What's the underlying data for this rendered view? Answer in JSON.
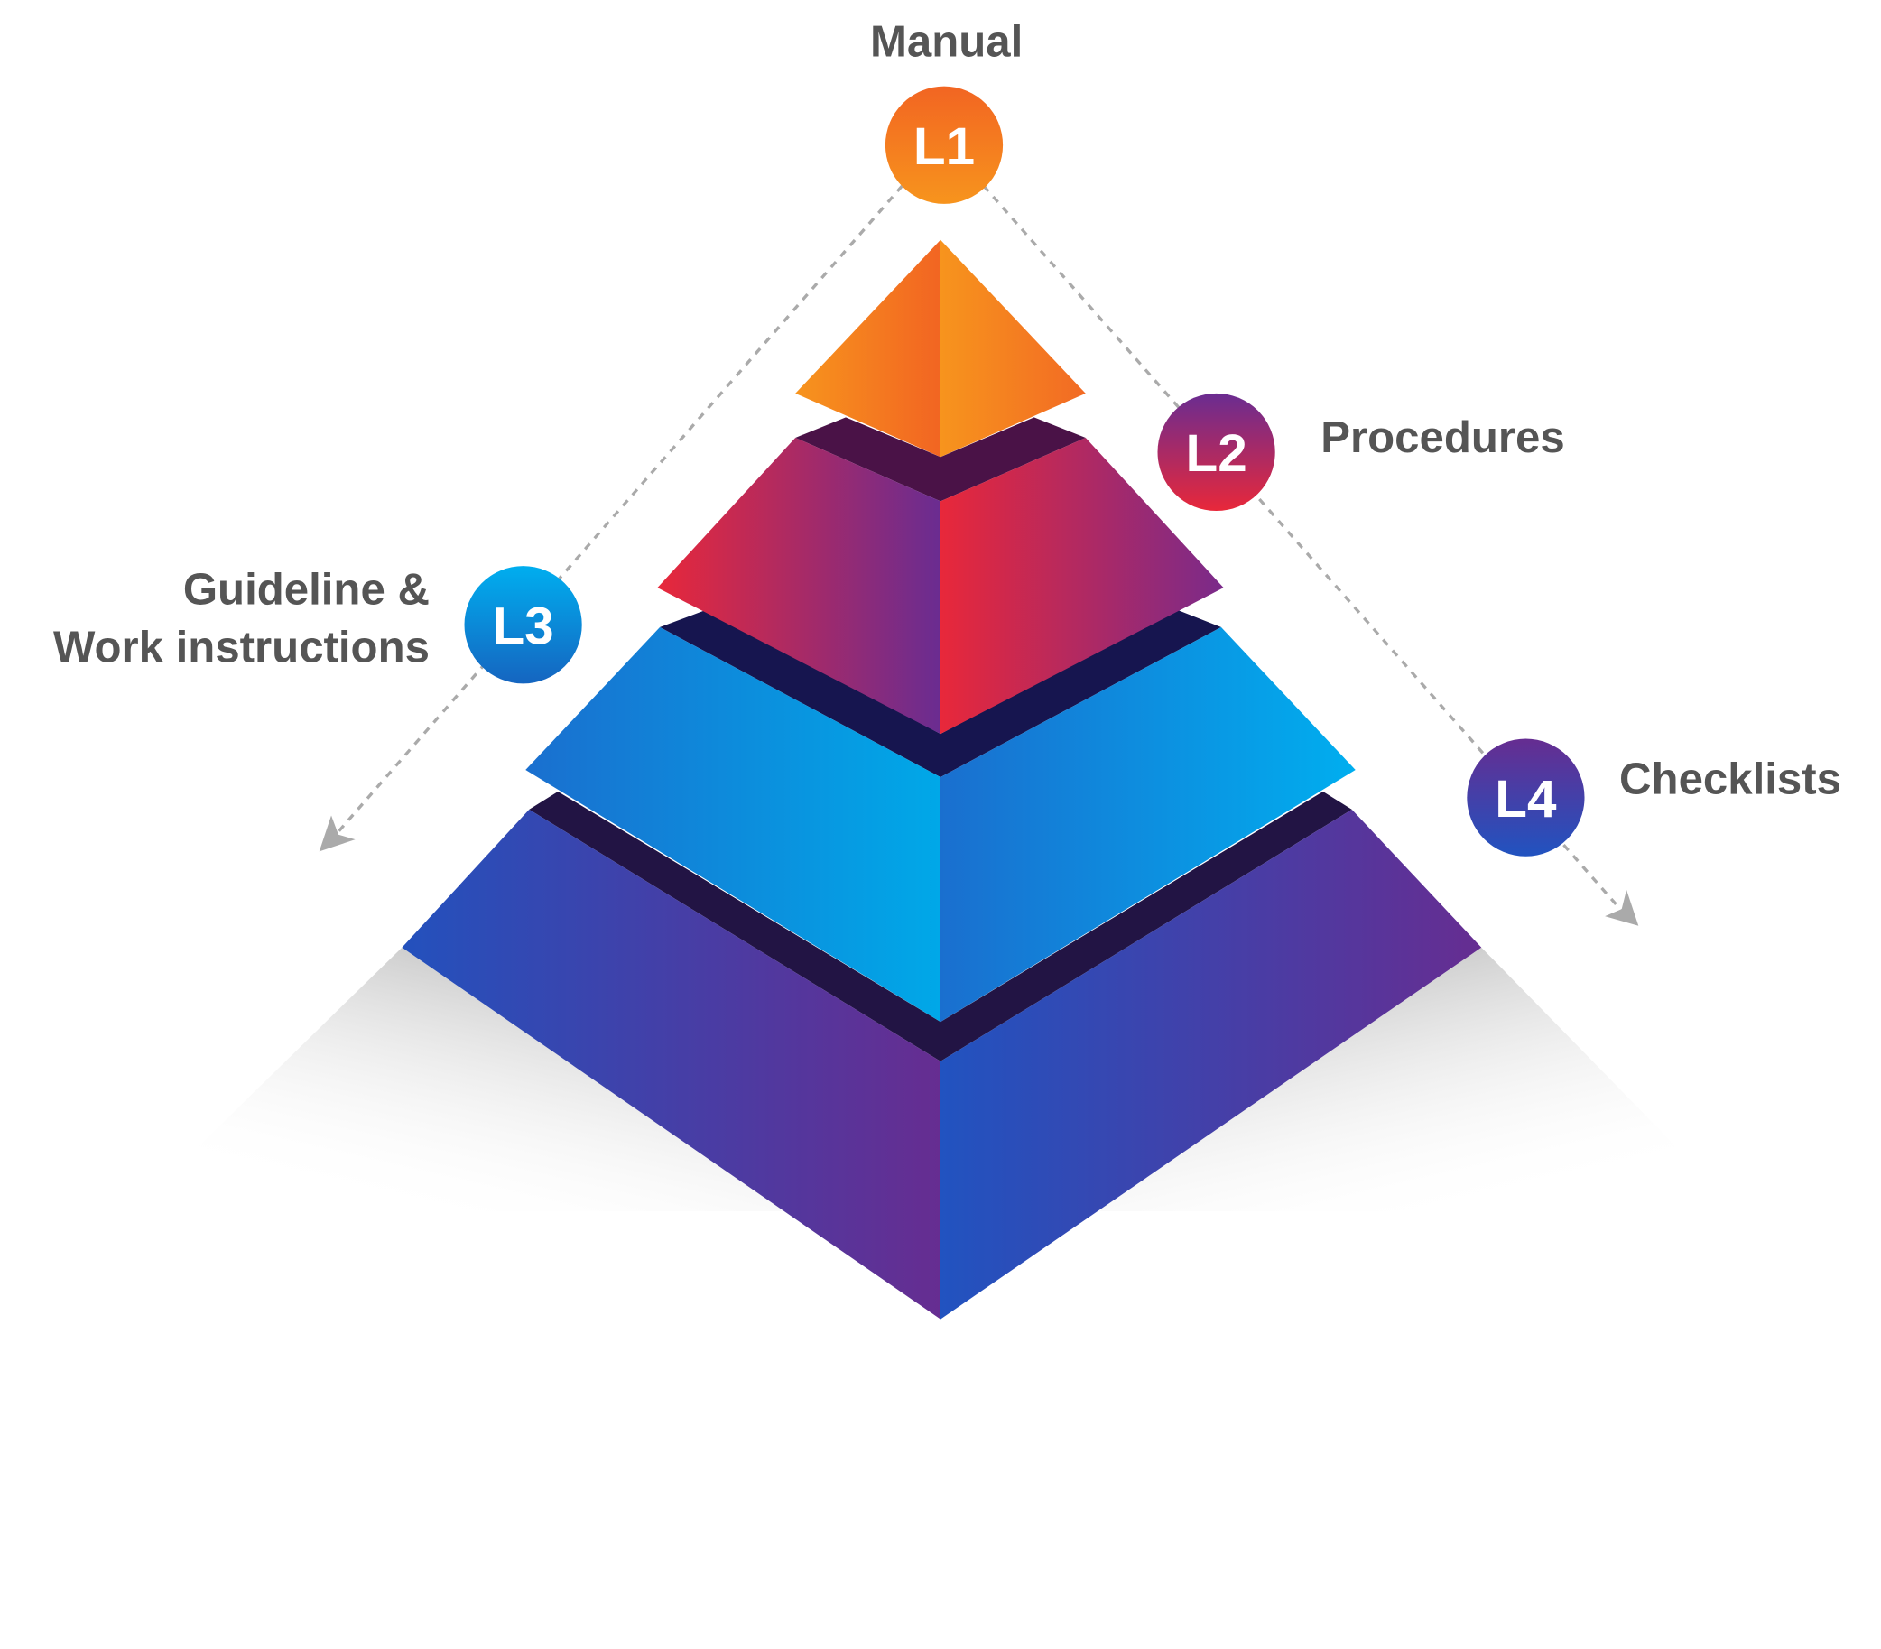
{
  "levels": [
    {
      "badge": "L1",
      "label": "Manual",
      "color_top": "#f26522",
      "color_bottom": "#f7941d"
    },
    {
      "badge": "L2",
      "label": "Procedures",
      "color_top": "#6a2c91",
      "color_bottom": "#e8283a"
    },
    {
      "badge": "L3",
      "label_line1": "Guideline &",
      "label_line2": "Work instructions",
      "color_top": "#00aeef",
      "color_bottom": "#1565c0"
    },
    {
      "badge": "L4",
      "label": "Checklists",
      "color_top": "#662d91",
      "color_bottom": "#2153c0"
    }
  ],
  "text_color": "#555555"
}
